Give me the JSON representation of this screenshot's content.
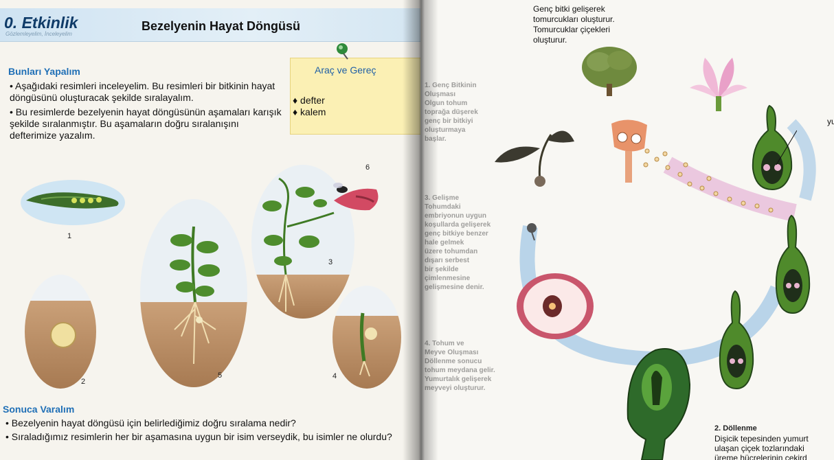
{
  "header": {
    "activity_label": "0. Etkinlik",
    "activity_sub": "Gözlemleyelim, İnceleyelim",
    "title": "Bezelyenin Hayat Döngüsü"
  },
  "tools": {
    "title": "Araç ve Gereç",
    "items": [
      "defter",
      "kalem"
    ]
  },
  "section_do": {
    "heading": "Bunları Yapalım",
    "bullets": [
      "Aşağıdaki resimleri inceleyelim. Bu resimleri bir bitkinin hayat döngüsünü oluşturacak şekilde sıralayalım.",
      "Bu resimlerde bezelyenin hayat döngüsünün aşamaları karışık şekilde sıralanmıştır. Bu aşamaların doğru sıralanışını defterimize yazalım."
    ]
  },
  "figure_numbers": [
    "1",
    "2",
    "3",
    "4",
    "5",
    "6"
  ],
  "section_result": {
    "heading": "Sonuca Varalım",
    "bullets": [
      "Bezelyenin hayat döngüsü için belirlediğimiz doğru sıralama nedir?",
      "Sıraladığımız resimlerin her bir aşamasına uygun bir isim verseydik, bu isimler ne olurdu?"
    ]
  },
  "right_page": {
    "top_caption": [
      "Genç bitki gelişerek",
      "tomurcukları oluşturur.",
      "Tomurcuklar çiçekleri",
      "oluşturur."
    ],
    "side_label": "yu",
    "faded_col1": [
      "1. Genç Bitkinin",
      "Oluşması",
      "Olgun tohum",
      "toprağa düşerek",
      "genç bir bitkiyi",
      "oluşturmaya",
      "başlar."
    ],
    "faded_col2": [
      "3. Gelişme",
      "Tohumdaki",
      "embriyonun uygun",
      "koşullarda gelişerek",
      "genç bitkiye benzer",
      "hale gelmek",
      "üzere tohumdan",
      "dışarı serbest",
      "bir şekilde",
      "çimlenmesine",
      "gelişmesine denir."
    ],
    "faded_col3": [
      "4. Tohum ve",
      "Meyve Oluşması",
      "Döllenme sonucu",
      "tohum meydana gelir.",
      "Yumurtalık gelişerek",
      "meyveyi oluşturur."
    ],
    "step2_heading": "2. Döllenme",
    "step2_lines": [
      "Dişicik tepesinden yumurt",
      "ulaşan çiçek tozlarındaki",
      "üreme hücrelerinin çekird"
    ]
  },
  "colors": {
    "heading_blue": "#1f6fb6",
    "title_navy": "#0f3b68",
    "tools_bg": "#fbf0b4",
    "pistil_green": "#4f8a2b",
    "arrow_blue": "#a9cbe6",
    "arrow_pink": "#e6b3d6"
  }
}
